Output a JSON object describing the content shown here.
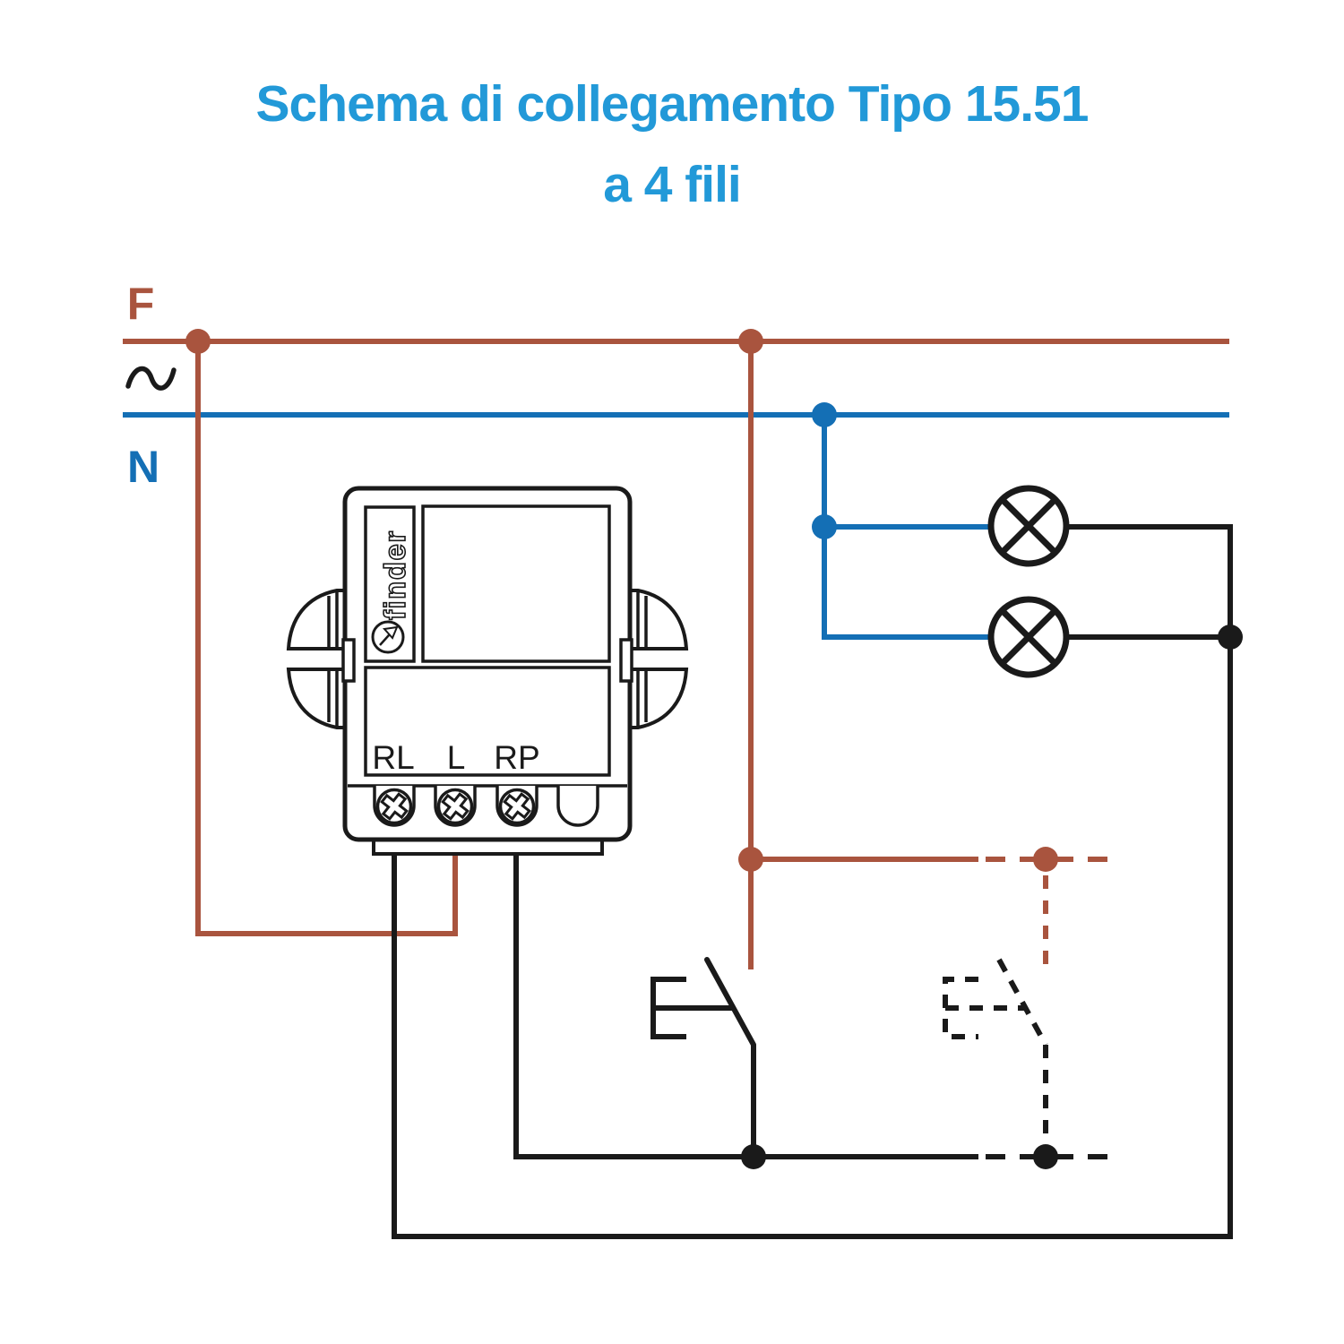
{
  "title": {
    "line1": "Schema di collegamento Tipo 15.51",
    "line2": "a 4 fili"
  },
  "power": {
    "phase_label": "F",
    "neutral_label": "N"
  },
  "device": {
    "brand": "finder",
    "terminal_rl": "RL",
    "terminal_l": "L",
    "terminal_rp": "RP"
  },
  "colors": {
    "title_blue": "#2299d8",
    "phase_wire_brown": "#a9543e",
    "neutral_wire_blue": "#146fb5",
    "wire_black": "#1a1a1a"
  },
  "symbols": {
    "ac_supply": "ac-sine-icon",
    "lamp": "lamp-icon",
    "pushbutton": "pushbutton-icon",
    "optional_pushbutton": "pushbutton-dashed-icon"
  }
}
